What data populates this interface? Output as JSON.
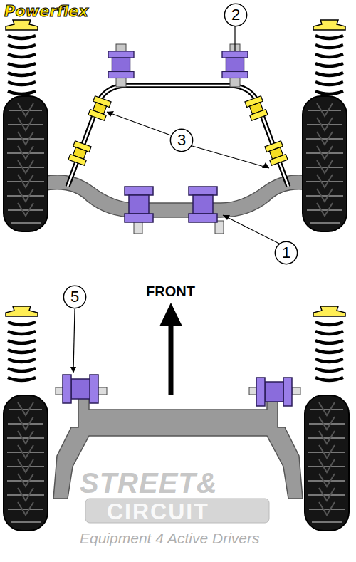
{
  "diagram": {
    "nodes": [
      {
        "text": [
          "2"
        ]
      },
      {
        "text": [
          "3"
        ]
      },
      {
        "text": [
          "1"
        ]
      },
      {
        "text": [
          "5"
        ]
      }
    ],
    "labels": [
      "Powerflex",
      "FRONT",
      "STREET&",
      "CIRCUIT",
      "Equipment 4 Active Drivers"
    ]
  }
}
